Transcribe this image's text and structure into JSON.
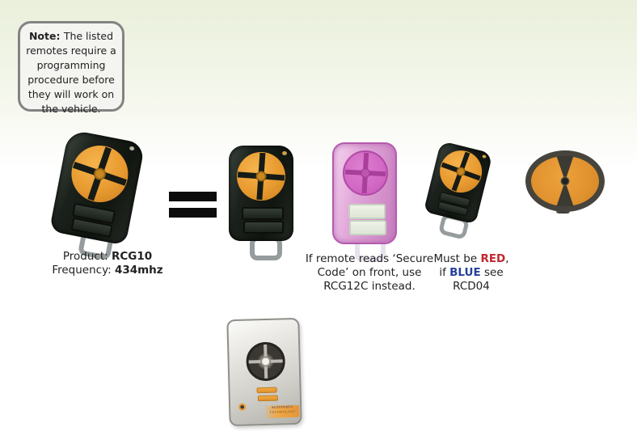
{
  "note_box": {
    "label": "Note: ",
    "text": "The listed remotes require a programming procedure before they will work on the vehicle."
  },
  "rcg10_caption": {
    "product_label": "Product: ",
    "product_value": "RCG10",
    "frequency_label": "Frequency: ",
    "frequency_value": "434mhz"
  },
  "secure_code_caption": {
    "line1": "If remote reads ‘Secure",
    "line2": "Code’ on front, use",
    "line3": "RCG12C instead."
  },
  "color_caption": {
    "line1_pre": "Must be ",
    "line1_red": "RED",
    "line1_post": ",",
    "line2_pre": "if ",
    "line2_blue": "BLUE",
    "line2_post": " see",
    "line3": "RCD04"
  },
  "wall_remote_brand": {
    "line1": "automatic",
    "line2": "TECHNOLOGY"
  },
  "colors": {
    "red_text": "#c1272d",
    "blue_text": "#24409a",
    "button_orange": "#e79a2f",
    "pink_remote": "#d268c4",
    "background_tint": "#eaf0db"
  }
}
